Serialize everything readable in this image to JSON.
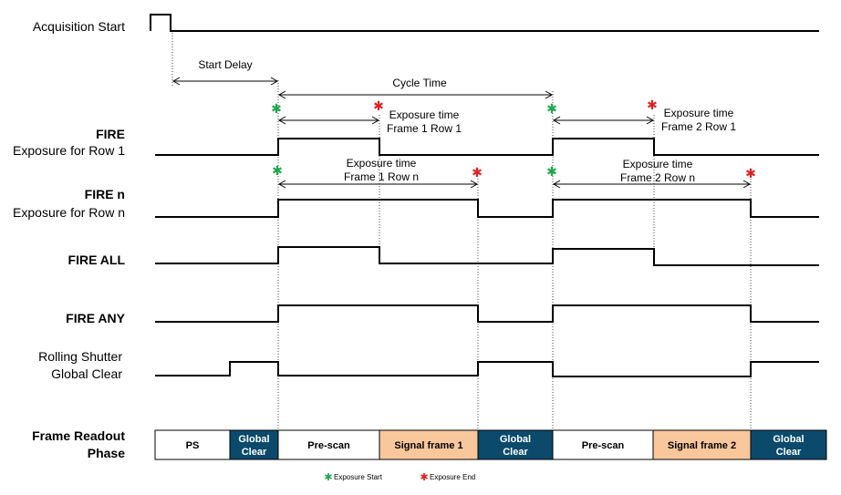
{
  "signals": {
    "acq_start": "Acquisition Start",
    "fire": "FIRE",
    "fire_sub": "Exposure for Row 1",
    "fire_n": "FIRE n",
    "fire_n_sub": "Exposure for Row n",
    "fire_all": "FIRE ALL",
    "fire_any": "FIRE ANY",
    "rolling_1": "Rolling Shutter",
    "rolling_2": "Global Clear",
    "readout_1": "Frame Readout",
    "readout_2": "Phase"
  },
  "annotations": {
    "start_delay": "Start Delay",
    "cycle_time": "Cycle Time",
    "exp_label": "Exposure time",
    "f1r1": "Frame 1 Row 1",
    "f2r1": "Frame 2 Row 1",
    "f1rn": "Frame 1 Row n",
    "f2rn": "Frame 2 Row n"
  },
  "phases": [
    {
      "line1": "PS",
      "line2": "",
      "kind": "white"
    },
    {
      "line1": "Global",
      "line2": "Clear",
      "kind": "dark"
    },
    {
      "line1": "Pre-scan",
      "line2": "",
      "kind": "white"
    },
    {
      "line1": "Signal frame 1",
      "line2": "",
      "kind": "orange"
    },
    {
      "line1": "Global",
      "line2": "Clear",
      "kind": "dark"
    },
    {
      "line1": "Pre-scan",
      "line2": "",
      "kind": "white"
    },
    {
      "line1": "Signal frame 2",
      "line2": "",
      "kind": "orange"
    },
    {
      "line1": "Global",
      "line2": "Clear",
      "kind": "dark"
    }
  ],
  "legend": {
    "start": "Exposure Start",
    "end": "Exposure End"
  },
  "colors": {
    "dark": "#0b4a6b",
    "orange": "#f9c79c",
    "white": "#ffffff",
    "start_marker": "#1ea84b",
    "end_marker": "#e02020"
  }
}
